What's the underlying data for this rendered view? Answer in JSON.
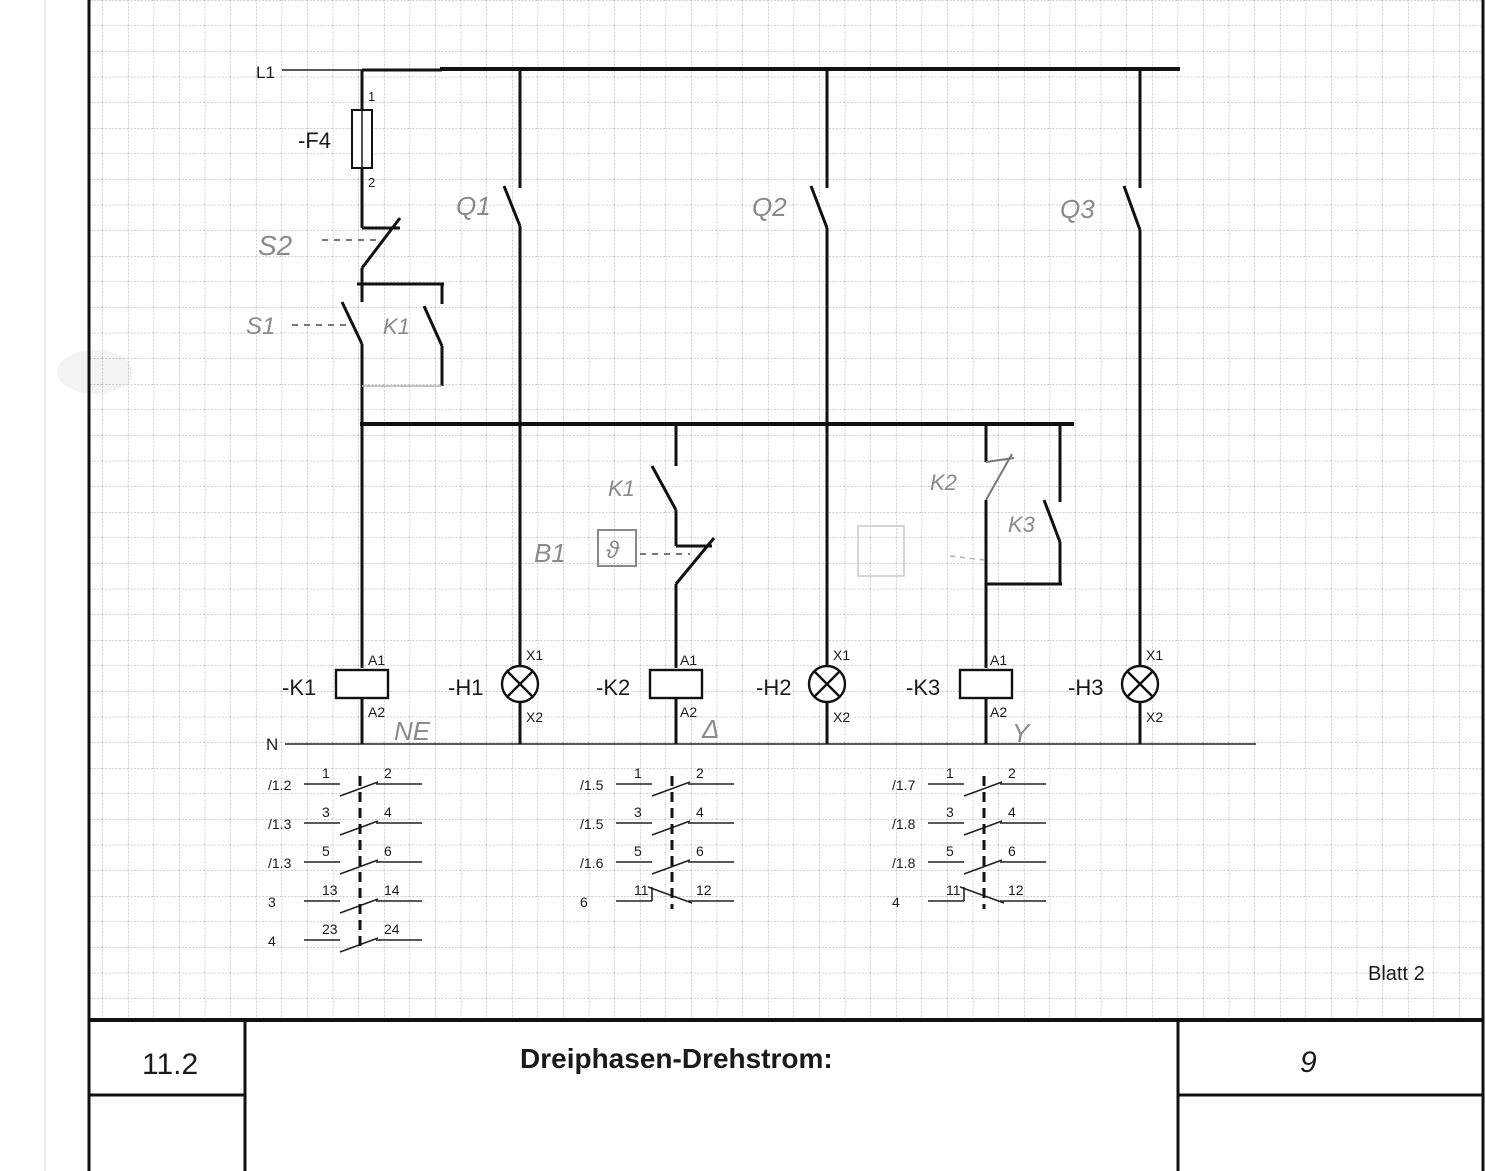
{
  "title_block": {
    "number": "11.2",
    "title": "Dreiphasen-Drehstrom:",
    "page_mark": "9",
    "sheet_label": "Blatt  2"
  },
  "rails": {
    "l1": "L1",
    "n": "N"
  },
  "fuse": {
    "name": "-F4",
    "pin_top": "1",
    "pin_bottom": "2"
  },
  "pencil_labels": {
    "s2": "S2",
    "s1": "S1",
    "k1_contact": "K1",
    "q1": "Q1",
    "q2": "Q2",
    "q3": "Q3",
    "k1b": "K1",
    "b1": "B1",
    "b1_box": "ϑ",
    "k2": "K2",
    "k3": "K3",
    "ne": "NE",
    "delta": "Δ",
    "star": "Y"
  },
  "devices": [
    {
      "name": "-K1",
      "type": "coil",
      "pin_top": "A1",
      "pin_bottom": "A2"
    },
    {
      "name": "-H1",
      "type": "lamp",
      "pin_top": "X1",
      "pin_bottom": "X2"
    },
    {
      "name": "-K2",
      "type": "coil",
      "pin_top": "A1",
      "pin_bottom": "A2"
    },
    {
      "name": "-H2",
      "type": "lamp",
      "pin_top": "X1",
      "pin_bottom": "X2"
    },
    {
      "name": "-K3",
      "type": "coil",
      "pin_top": "A1",
      "pin_bottom": "A2"
    },
    {
      "name": "-H3",
      "type": "lamp",
      "pin_top": "X1",
      "pin_bottom": "X2"
    }
  ],
  "contact_tables": [
    {
      "rows": [
        {
          "ref": "/1.2",
          "left": "1",
          "right": "2",
          "kind": "no"
        },
        {
          "ref": "/1.3",
          "left": "3",
          "right": "4",
          "kind": "no"
        },
        {
          "ref": "/1.3",
          "left": "5",
          "right": "6",
          "kind": "no"
        },
        {
          "ref": "3",
          "left": "13",
          "right": "14",
          "kind": "no"
        },
        {
          "ref": "4",
          "left": "23",
          "right": "24",
          "kind": "no"
        }
      ]
    },
    {
      "rows": [
        {
          "ref": "/1.5",
          "left": "1",
          "right": "2",
          "kind": "no"
        },
        {
          "ref": "/1.5",
          "left": "3",
          "right": "4",
          "kind": "no"
        },
        {
          "ref": "/1.6",
          "left": "5",
          "right": "6",
          "kind": "no"
        },
        {
          "ref": "6",
          "left": "11",
          "right": "12",
          "kind": "nc"
        }
      ]
    },
    {
      "rows": [
        {
          "ref": "/1.7",
          "left": "1",
          "right": "2",
          "kind": "no"
        },
        {
          "ref": "/1.8",
          "left": "3",
          "right": "4",
          "kind": "no"
        },
        {
          "ref": "/1.8",
          "left": "5",
          "right": "6",
          "kind": "no"
        },
        {
          "ref": "4",
          "left": "11",
          "right": "12",
          "kind": "nc"
        }
      ]
    }
  ]
}
